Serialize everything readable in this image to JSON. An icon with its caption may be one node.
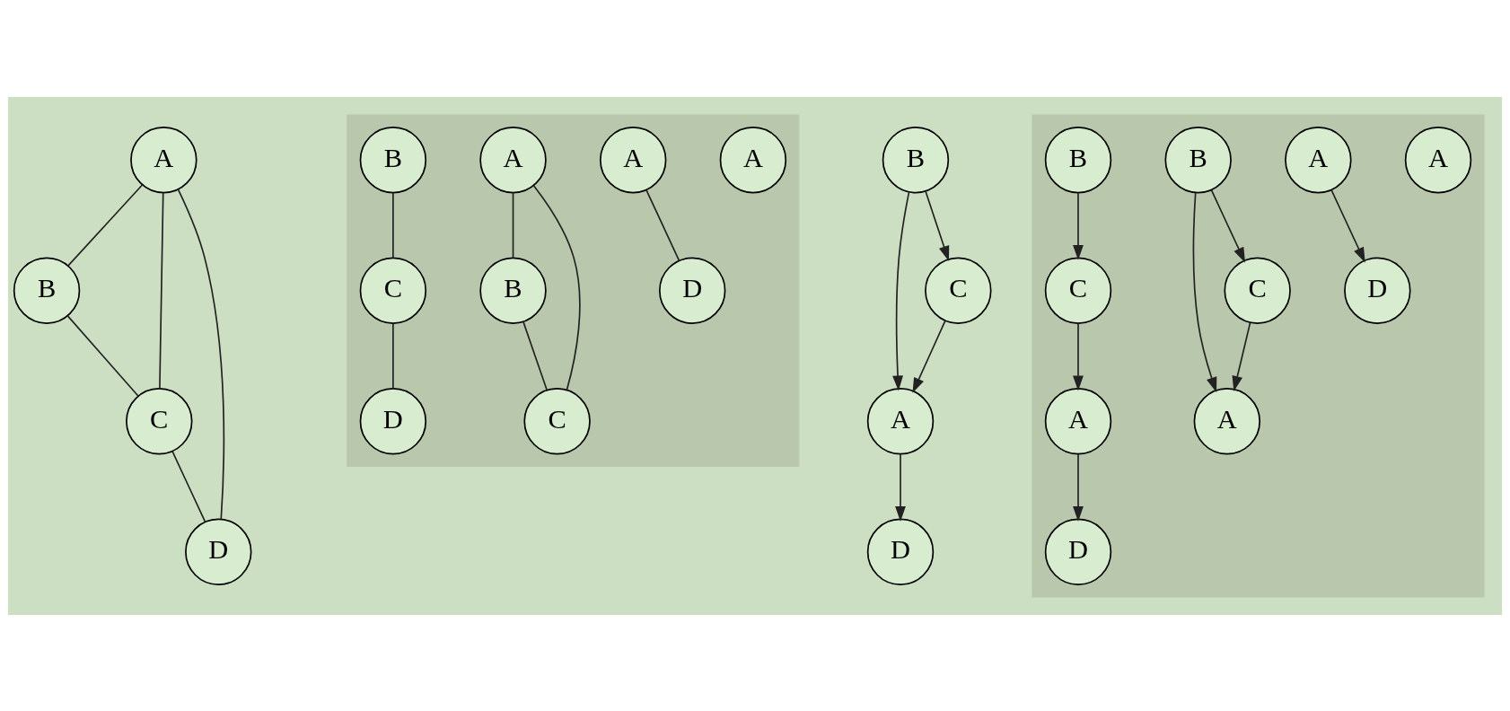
{
  "diagram": {
    "nodes": [
      {
        "text": [
          "A"
        ]
      },
      {
        "text": [
          "B"
        ]
      },
      {
        "text": [
          "C"
        ]
      },
      {
        "text": [
          "D"
        ]
      },
      {
        "text": [],
        "shape": "box"
      },
      {
        "text": [
          "A"
        ],
        "in": 4
      },
      {
        "text": [
          "A"
        ],
        "in": 4
      },
      {
        "text": [
          "D"
        ],
        "in": 4
      },
      {
        "text": [
          "A"
        ],
        "in": 4
      },
      {
        "text": [
          "B"
        ],
        "in": 4
      },
      {
        "text": [
          "C"
        ],
        "in": 4
      },
      {
        "text": [
          "B"
        ],
        "in": 4
      },
      {
        "text": [
          "D"
        ],
        "in": 4
      },
      {
        "text": [
          "C"
        ],
        "in": 4
      },
      {
        "text": [
          "A"
        ]
      },
      {
        "text": [
          "B"
        ]
      },
      {
        "text": [
          "C"
        ]
      },
      {
        "text": [
          "D"
        ]
      },
      {
        "text": [],
        "shape": "box"
      },
      {
        "text": [
          "A"
        ],
        "in": 18
      },
      {
        "text": [
          "A"
        ],
        "in": 18
      },
      {
        "text": [
          "D"
        ],
        "in": 18
      },
      {
        "text": [
          "A"
        ],
        "in": 18
      },
      {
        "text": [
          "B"
        ],
        "in": 18
      },
      {
        "text": [
          "C"
        ],
        "in": 18
      },
      {
        "text": [
          "A"
        ],
        "in": 18
      },
      {
        "text": [
          "B"
        ],
        "in": 18
      },
      {
        "text": [
          "D"
        ],
        "in": 18
      },
      {
        "text": [
          "C"
        ],
        "in": 18
      }
    ],
    "edges": [
      {
        "from": 0,
        "to": 1,
        "arrow": "none"
      },
      {
        "from": 0,
        "to": 2,
        "arrow": "none"
      },
      {
        "from": 0,
        "to": 3,
        "arrow": "none"
      },
      {
        "from": 1,
        "to": 2,
        "arrow": "none"
      },
      {
        "from": 2,
        "to": 3,
        "arrow": "none"
      },
      {
        "from": 6,
        "to": 7,
        "arrow": "none"
      },
      {
        "from": 8,
        "to": 9,
        "arrow": "none"
      },
      {
        "from": 8,
        "to": 10,
        "arrow": "none"
      },
      {
        "from": 9,
        "to": 10,
        "arrow": "none"
      },
      {
        "from": 11,
        "to": 13,
        "arrow": "none"
      },
      {
        "from": 13,
        "to": 12,
        "arrow": "none"
      },
      {
        "from": 15,
        "to": 14,
        "arrow": "to"
      },
      {
        "from": 14,
        "to": 17,
        "arrow": "to"
      },
      {
        "from": 15,
        "to": 16,
        "arrow": "to"
      },
      {
        "from": 16,
        "to": 14,
        "arrow": "to"
      },
      {
        "from": 20,
        "to": 21,
        "arrow": "to"
      },
      {
        "from": 23,
        "to": 22,
        "arrow": "to"
      },
      {
        "from": 23,
        "to": 24,
        "arrow": "to"
      },
      {
        "from": 24,
        "to": 22,
        "arrow": "to"
      },
      {
        "from": 25,
        "to": 27,
        "arrow": "to"
      },
      {
        "from": 26,
        "to": 28,
        "arrow": "to"
      },
      {
        "from": 28,
        "to": 25,
        "arrow": "to"
      }
    ]
  }
}
